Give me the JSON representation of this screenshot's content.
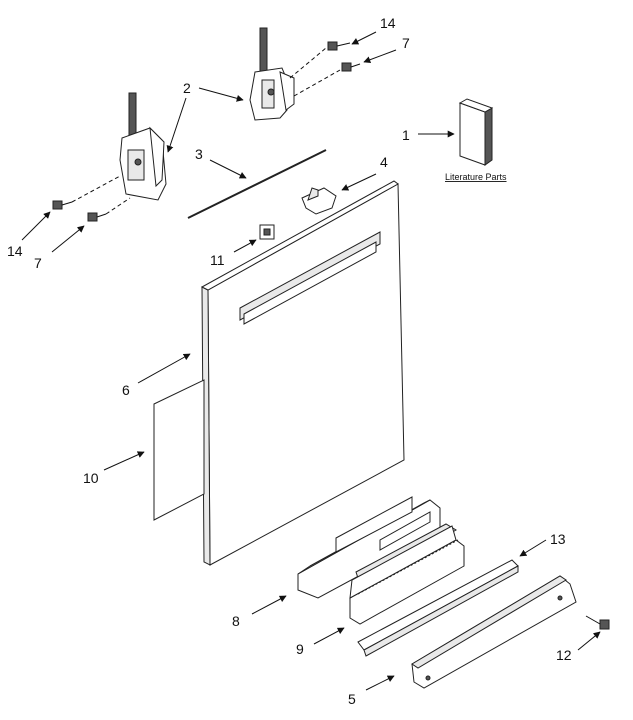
{
  "callouts": {
    "c1": "1",
    "c2": "2",
    "c3": "3",
    "c4": "4",
    "c5": "5",
    "c6": "6",
    "c7_top": "7",
    "c7_left": "7",
    "c8": "8",
    "c9": "9",
    "c10": "10",
    "c11": "11",
    "c12": "12",
    "c13": "13",
    "c14_top": "14",
    "c14_left": "14"
  },
  "literature_label": "Literature Parts"
}
